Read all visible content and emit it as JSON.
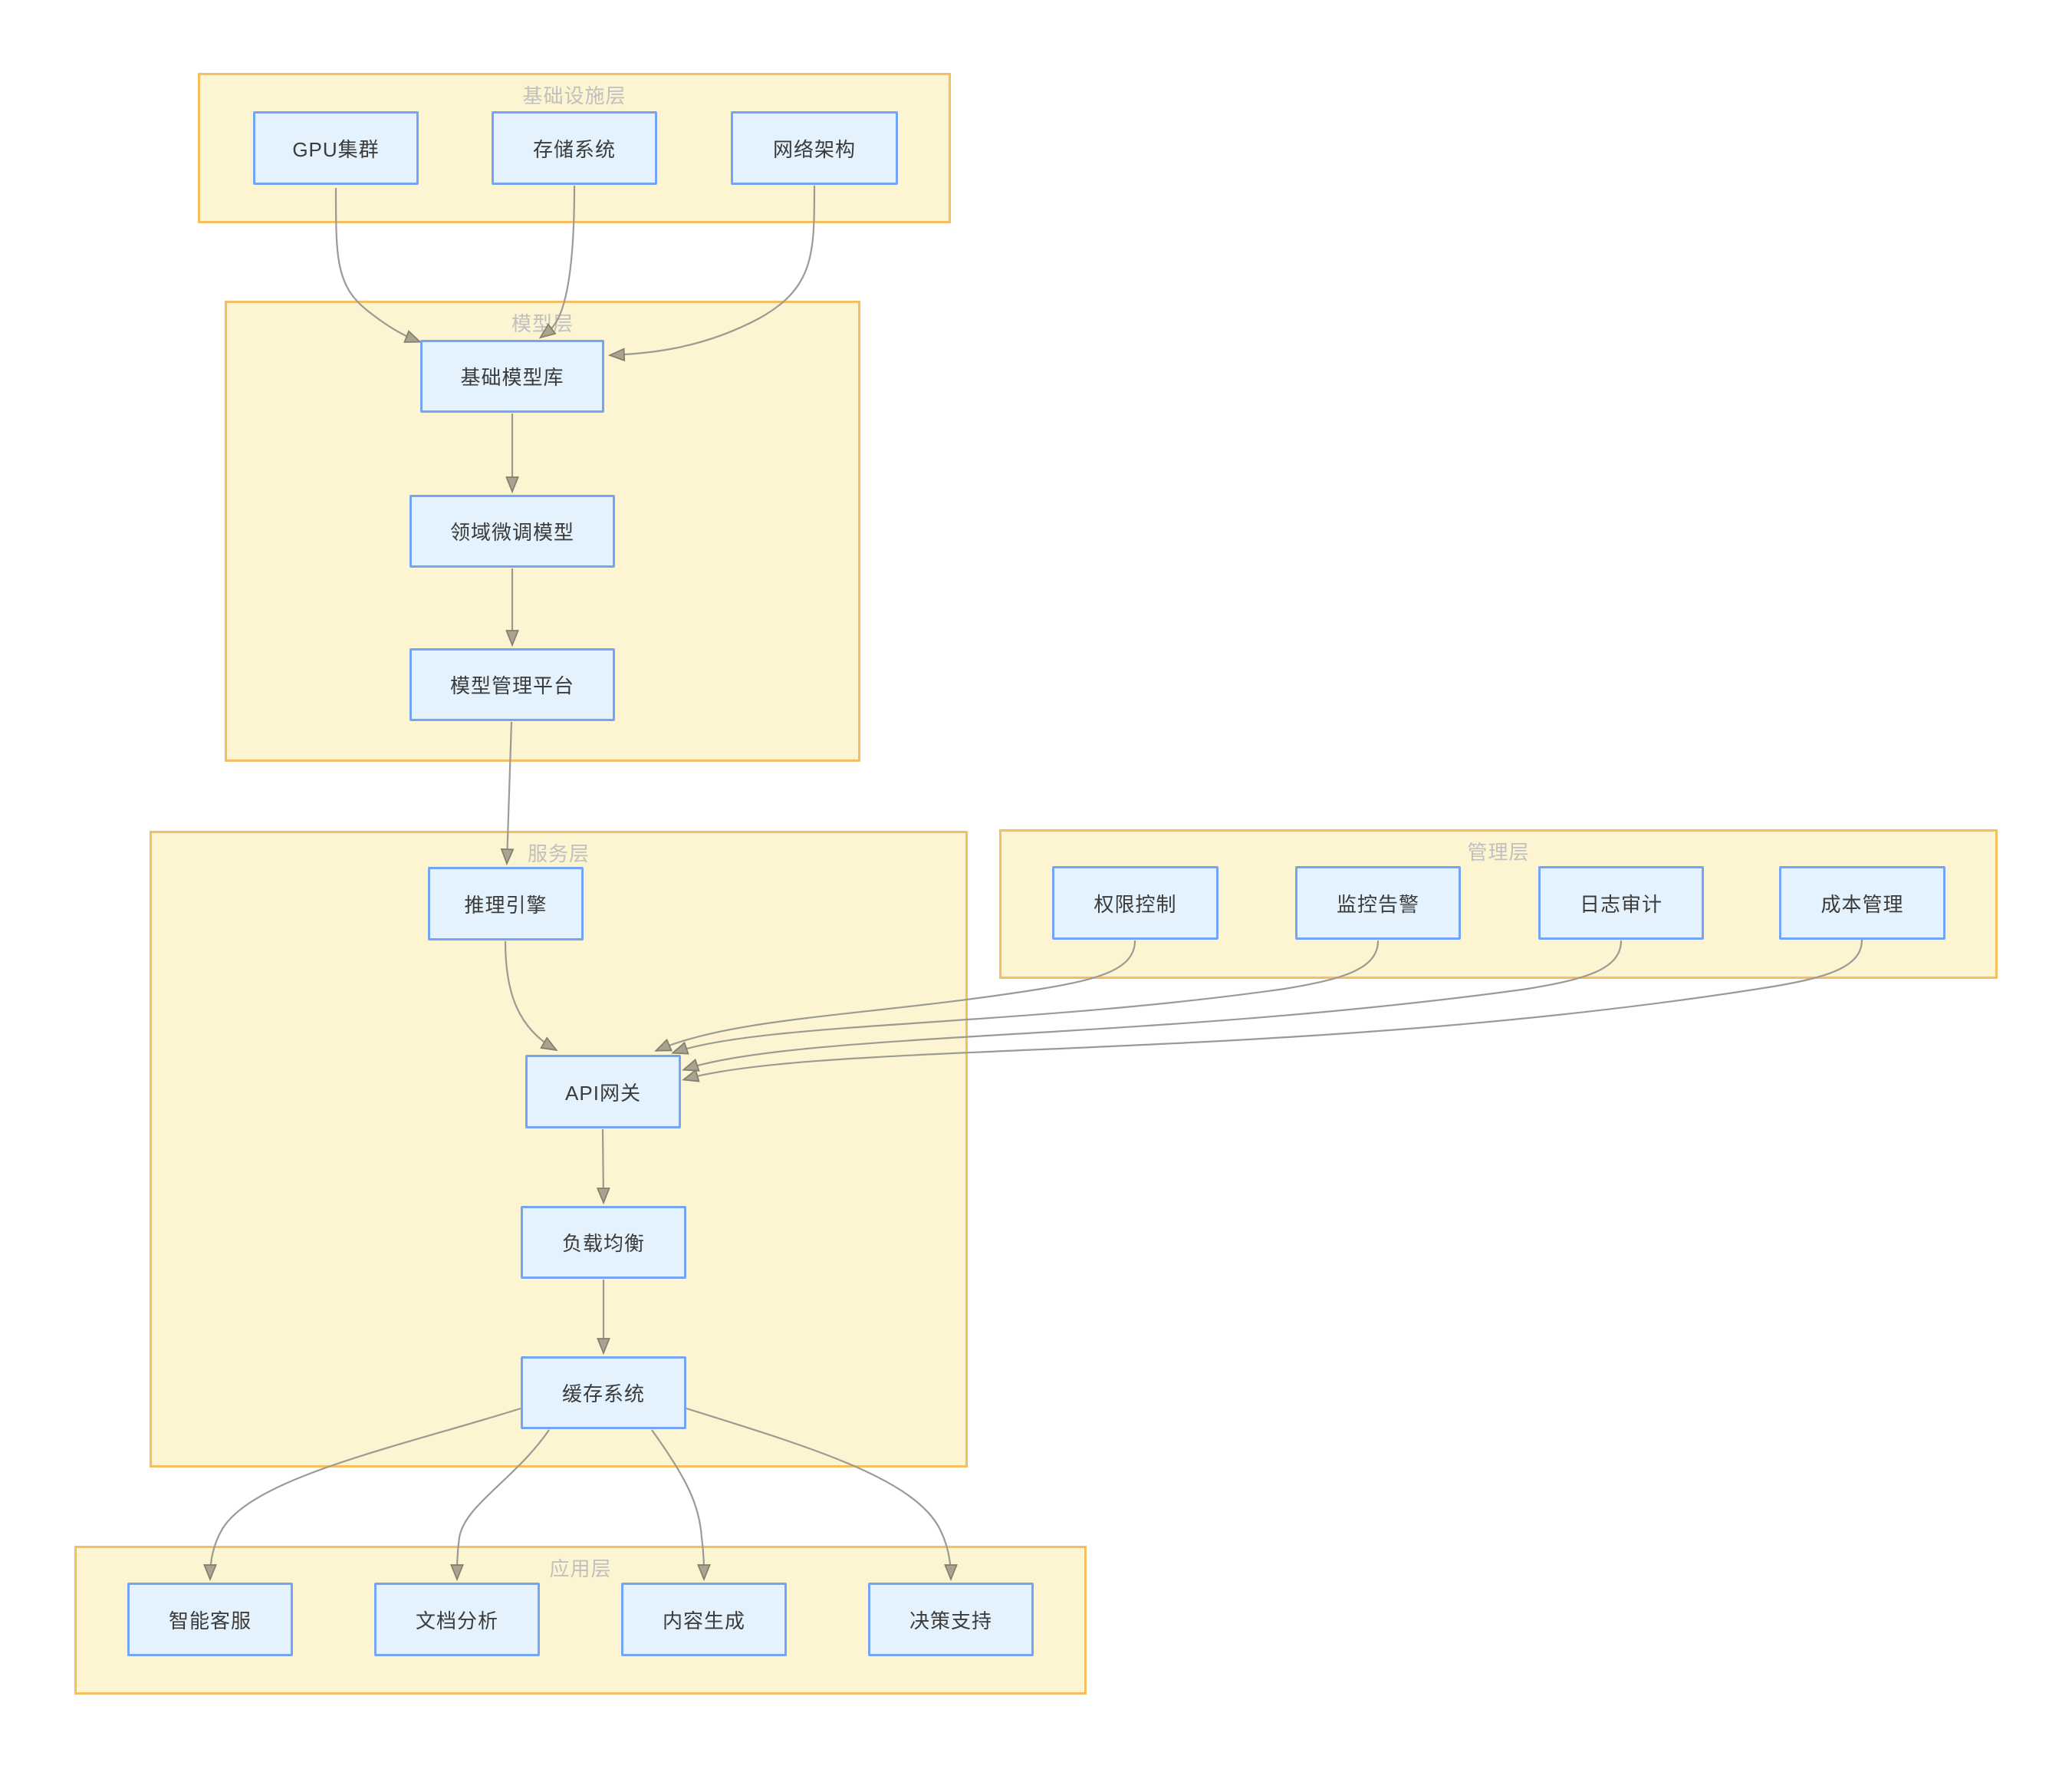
{
  "diagram": {
    "layers": [
      {
        "id": "infrastructure",
        "title": "基础设施层",
        "nodes": [
          {
            "label": "GPU集群"
          },
          {
            "label": "存储系统"
          },
          {
            "label": "网络架构"
          }
        ]
      },
      {
        "id": "model",
        "title": "模型层",
        "nodes": [
          {
            "label": "基础模型库"
          },
          {
            "label": "领域微调模型"
          },
          {
            "label": "模型管理平台"
          }
        ]
      },
      {
        "id": "service",
        "title": "服务层",
        "nodes": [
          {
            "label": "推理引擎"
          },
          {
            "label": "API网关"
          },
          {
            "label": "负载均衡"
          },
          {
            "label": "缓存系统"
          }
        ]
      },
      {
        "id": "management",
        "title": "管理层",
        "nodes": [
          {
            "label": "权限控制"
          },
          {
            "label": "监控告警"
          },
          {
            "label": "日志审计"
          },
          {
            "label": "成本管理"
          }
        ]
      },
      {
        "id": "application",
        "title": "应用层",
        "nodes": [
          {
            "label": "智能客服"
          },
          {
            "label": "文档分析"
          },
          {
            "label": "内容生成"
          },
          {
            "label": "决策支持"
          }
        ]
      }
    ],
    "edges": [
      {
        "from": "GPU集群",
        "to": "基础模型库"
      },
      {
        "from": "存储系统",
        "to": "基础模型库"
      },
      {
        "from": "网络架构",
        "to": "基础模型库"
      },
      {
        "from": "基础模型库",
        "to": "领域微调模型"
      },
      {
        "from": "领域微调模型",
        "to": "模型管理平台"
      },
      {
        "from": "模型管理平台",
        "to": "推理引擎"
      },
      {
        "from": "推理引擎",
        "to": "API网关"
      },
      {
        "from": "权限控制",
        "to": "API网关"
      },
      {
        "from": "监控告警",
        "to": "API网关"
      },
      {
        "from": "日志审计",
        "to": "API网关"
      },
      {
        "from": "成本管理",
        "to": "API网关"
      },
      {
        "from": "API网关",
        "to": "负载均衡"
      },
      {
        "from": "负载均衡",
        "to": "缓存系统"
      },
      {
        "from": "缓存系统",
        "to": "智能客服"
      },
      {
        "from": "缓存系统",
        "to": "文档分析"
      },
      {
        "from": "缓存系统",
        "to": "内容生成"
      },
      {
        "from": "缓存系统",
        "to": "决策支持"
      }
    ]
  },
  "colors": {
    "container-fill": "#FDF5D1",
    "container-border": "#F7BE5F",
    "node-fill": "#E3F2FD",
    "node-border": "#74A4F4",
    "node-text-color": "#3B3B3B",
    "layer-title-color": "#C0C0C0",
    "edge-color": "#9B9B94",
    "arrow-fill": "#ABA391",
    "arrow-stroke": "#84816F",
    "page-background": "#FFFFFF"
  }
}
